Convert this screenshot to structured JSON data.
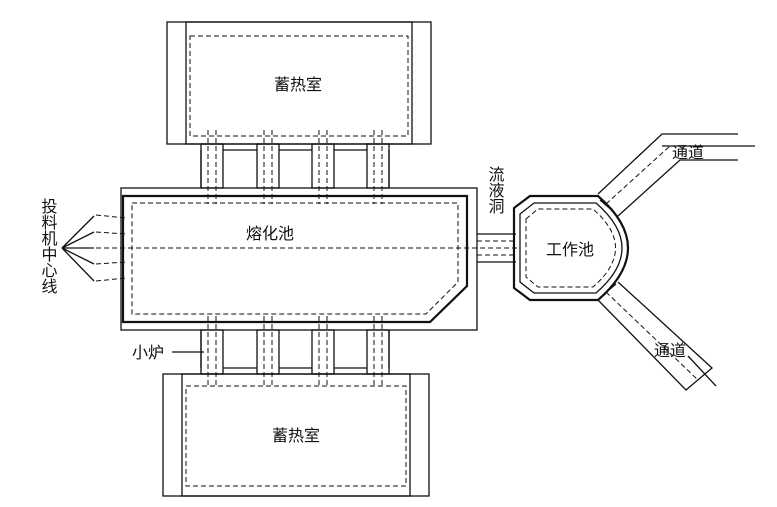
{
  "labels": {
    "regenerator_top": "蓄热室",
    "regenerator_bottom": "蓄热室",
    "melting_tank": "熔化池",
    "working_tank": "工作池",
    "throat": "流液洞",
    "channel_upper": "通道",
    "channel_lower": "通道",
    "port": "小炉",
    "batch_centerline": "投料机中心线"
  }
}
